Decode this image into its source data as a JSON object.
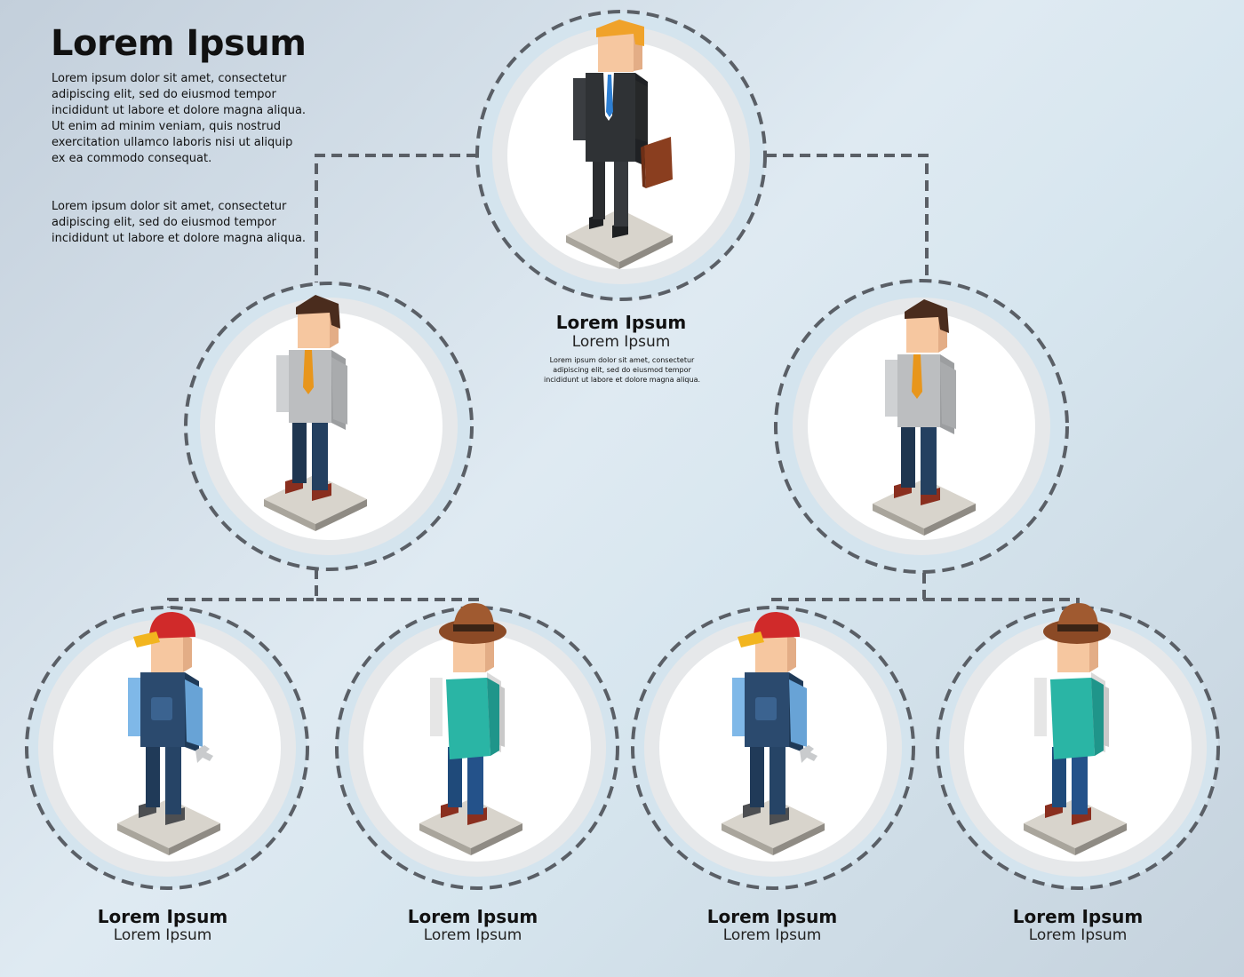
{
  "header": {
    "title": "Lorem Ipsum",
    "paragraph_1": "Lorem ipsum dolor sit amet, consectetur adipiscing elit, sed do eiusmod tempor incididunt ut labore et dolore magna aliqua. Ut enim ad minim veniam, quis nostrud exercitation ullamco laboris nisi ut aliquip ex ea commodo consequat.",
    "paragraph_2": "Lorem ipsum dolor sit amet, consectetur adipiscing elit, sed do eiusmod tempor incididunt ut labore et dolore magna aliqua."
  },
  "top_node": {
    "name": "Lorem Ipsum",
    "subtitle": "Lorem Ipsum",
    "description": "Lorem ipsum dolor sit amet, consectetur adipiscing elit, sed do eiusmod tempor incididunt ut labore et dolore magna aliqua."
  },
  "bottom_nodes": [
    {
      "name": "Lorem Ipsum",
      "subtitle": "Lorem Ipsum"
    },
    {
      "name": "Lorem Ipsum",
      "subtitle": "Lorem Ipsum"
    },
    {
      "name": "Lorem Ipsum",
      "subtitle": "Lorem Ipsum"
    },
    {
      "name": "Lorem Ipsum",
      "subtitle": "Lorem Ipsum"
    }
  ],
  "colors": {
    "connector": "#5a5f66",
    "disc_ring": "#e6e8ea",
    "suit": "#2f3235",
    "office_shirt": "#bcbec0",
    "tie": "#e8961c",
    "overalls": "#2b4a6e",
    "cap": "#d02a2a",
    "apron": "#2ab5a5",
    "hat": "#8b4a26"
  },
  "icons": [
    "businessman-icon",
    "office-worker-icon",
    "mechanic-icon",
    "farmer-icon",
    "briefcase-icon",
    "wrench-icon"
  ]
}
